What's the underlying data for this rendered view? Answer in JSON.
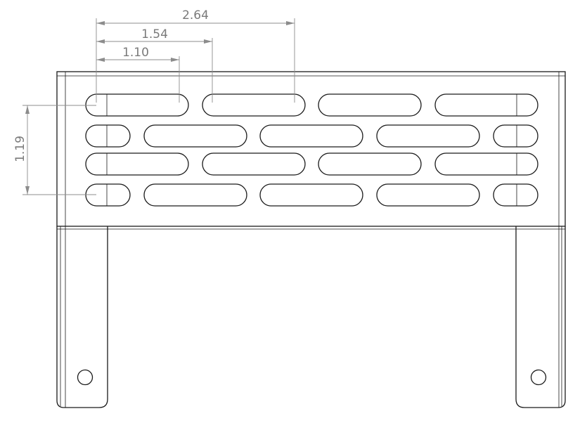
{
  "drawing": {
    "dimensions": {
      "top_1": "2.64",
      "top_2": "1.54",
      "top_3": "1.10",
      "left_1": "1.19"
    },
    "colors": {
      "part_line": "#1a1a1a",
      "dimension_line": "#8c8c8c",
      "background": "#ffffff"
    }
  }
}
